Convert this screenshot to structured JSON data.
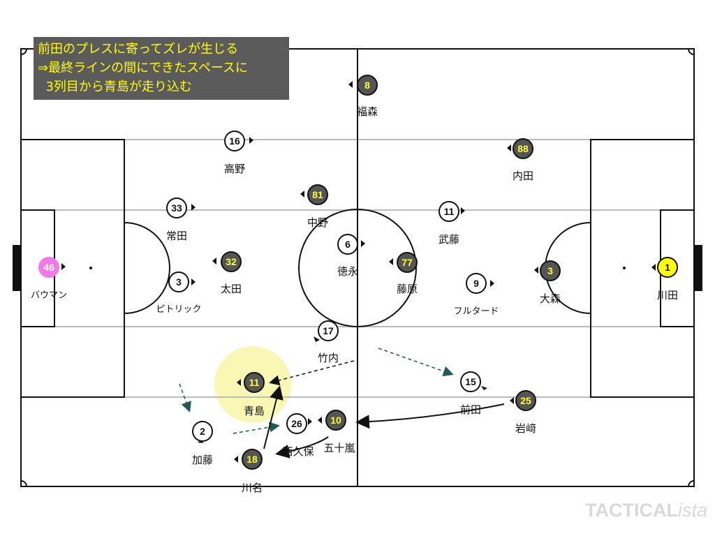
{
  "annotation": {
    "line1": "前田のプレスに寄ってズレが生じる",
    "line2": "⇒最終ラインの間にできたスペースに",
    "line3": "  3列目から青島が走り込む"
  },
  "colors": {
    "home_fill": "#ffffff",
    "away_fill": "#555555",
    "away_number": "#ffff33",
    "keeper_left": "#f07be8",
    "keeper_right": "#ffff00",
    "highlight": "#f8f8b4",
    "dashed_arrow": "#1f5a55"
  },
  "watermark": {
    "main": "TACTICAL",
    "suffix": "ista"
  },
  "players": [
    {
      "id": "p8",
      "number": "8",
      "name": "福森",
      "team": "dark"
    },
    {
      "id": "p16",
      "number": "16",
      "name": "高野",
      "team": "white"
    },
    {
      "id": "p88",
      "number": "88",
      "name": "内田",
      "team": "dark"
    },
    {
      "id": "p33",
      "number": "33",
      "name": "常田",
      "team": "white"
    },
    {
      "id": "p81",
      "number": "81",
      "name": "中野",
      "team": "dark"
    },
    {
      "id": "p11w",
      "number": "11",
      "name": "武藤",
      "team": "white"
    },
    {
      "id": "p6",
      "number": "6",
      "name": "徳永",
      "team": "white"
    },
    {
      "id": "p46",
      "number": "46",
      "name": "バウマン",
      "team": "pink"
    },
    {
      "id": "p32",
      "number": "32",
      "name": "太田",
      "team": "dark"
    },
    {
      "id": "p77",
      "number": "77",
      "name": "藤原",
      "team": "dark"
    },
    {
      "id": "p3d",
      "number": "3",
      "name": "大森",
      "team": "dark"
    },
    {
      "id": "p1",
      "number": "1",
      "name": "川田",
      "team": "yellow"
    },
    {
      "id": "p3w",
      "number": "3",
      "name": "ピトリック",
      "team": "white"
    },
    {
      "id": "p9",
      "number": "9",
      "name": "フルタード",
      "team": "white"
    },
    {
      "id": "p17",
      "number": "17",
      "name": "竹内",
      "team": "white"
    },
    {
      "id": "p11d",
      "number": "11",
      "name": "青島",
      "team": "dark"
    },
    {
      "id": "p15",
      "number": "15",
      "name": "前田",
      "team": "white"
    },
    {
      "id": "p25",
      "number": "25",
      "name": "岩﨑",
      "team": "dark"
    },
    {
      "id": "p2",
      "number": "2",
      "name": "加藤",
      "team": "white"
    },
    {
      "id": "p26",
      "number": "26",
      "name": "西久保",
      "team": "white"
    },
    {
      "id": "p10",
      "number": "10",
      "name": "五十嵐",
      "team": "dark"
    },
    {
      "id": "p18",
      "number": "18",
      "name": "川名",
      "team": "dark"
    }
  ]
}
